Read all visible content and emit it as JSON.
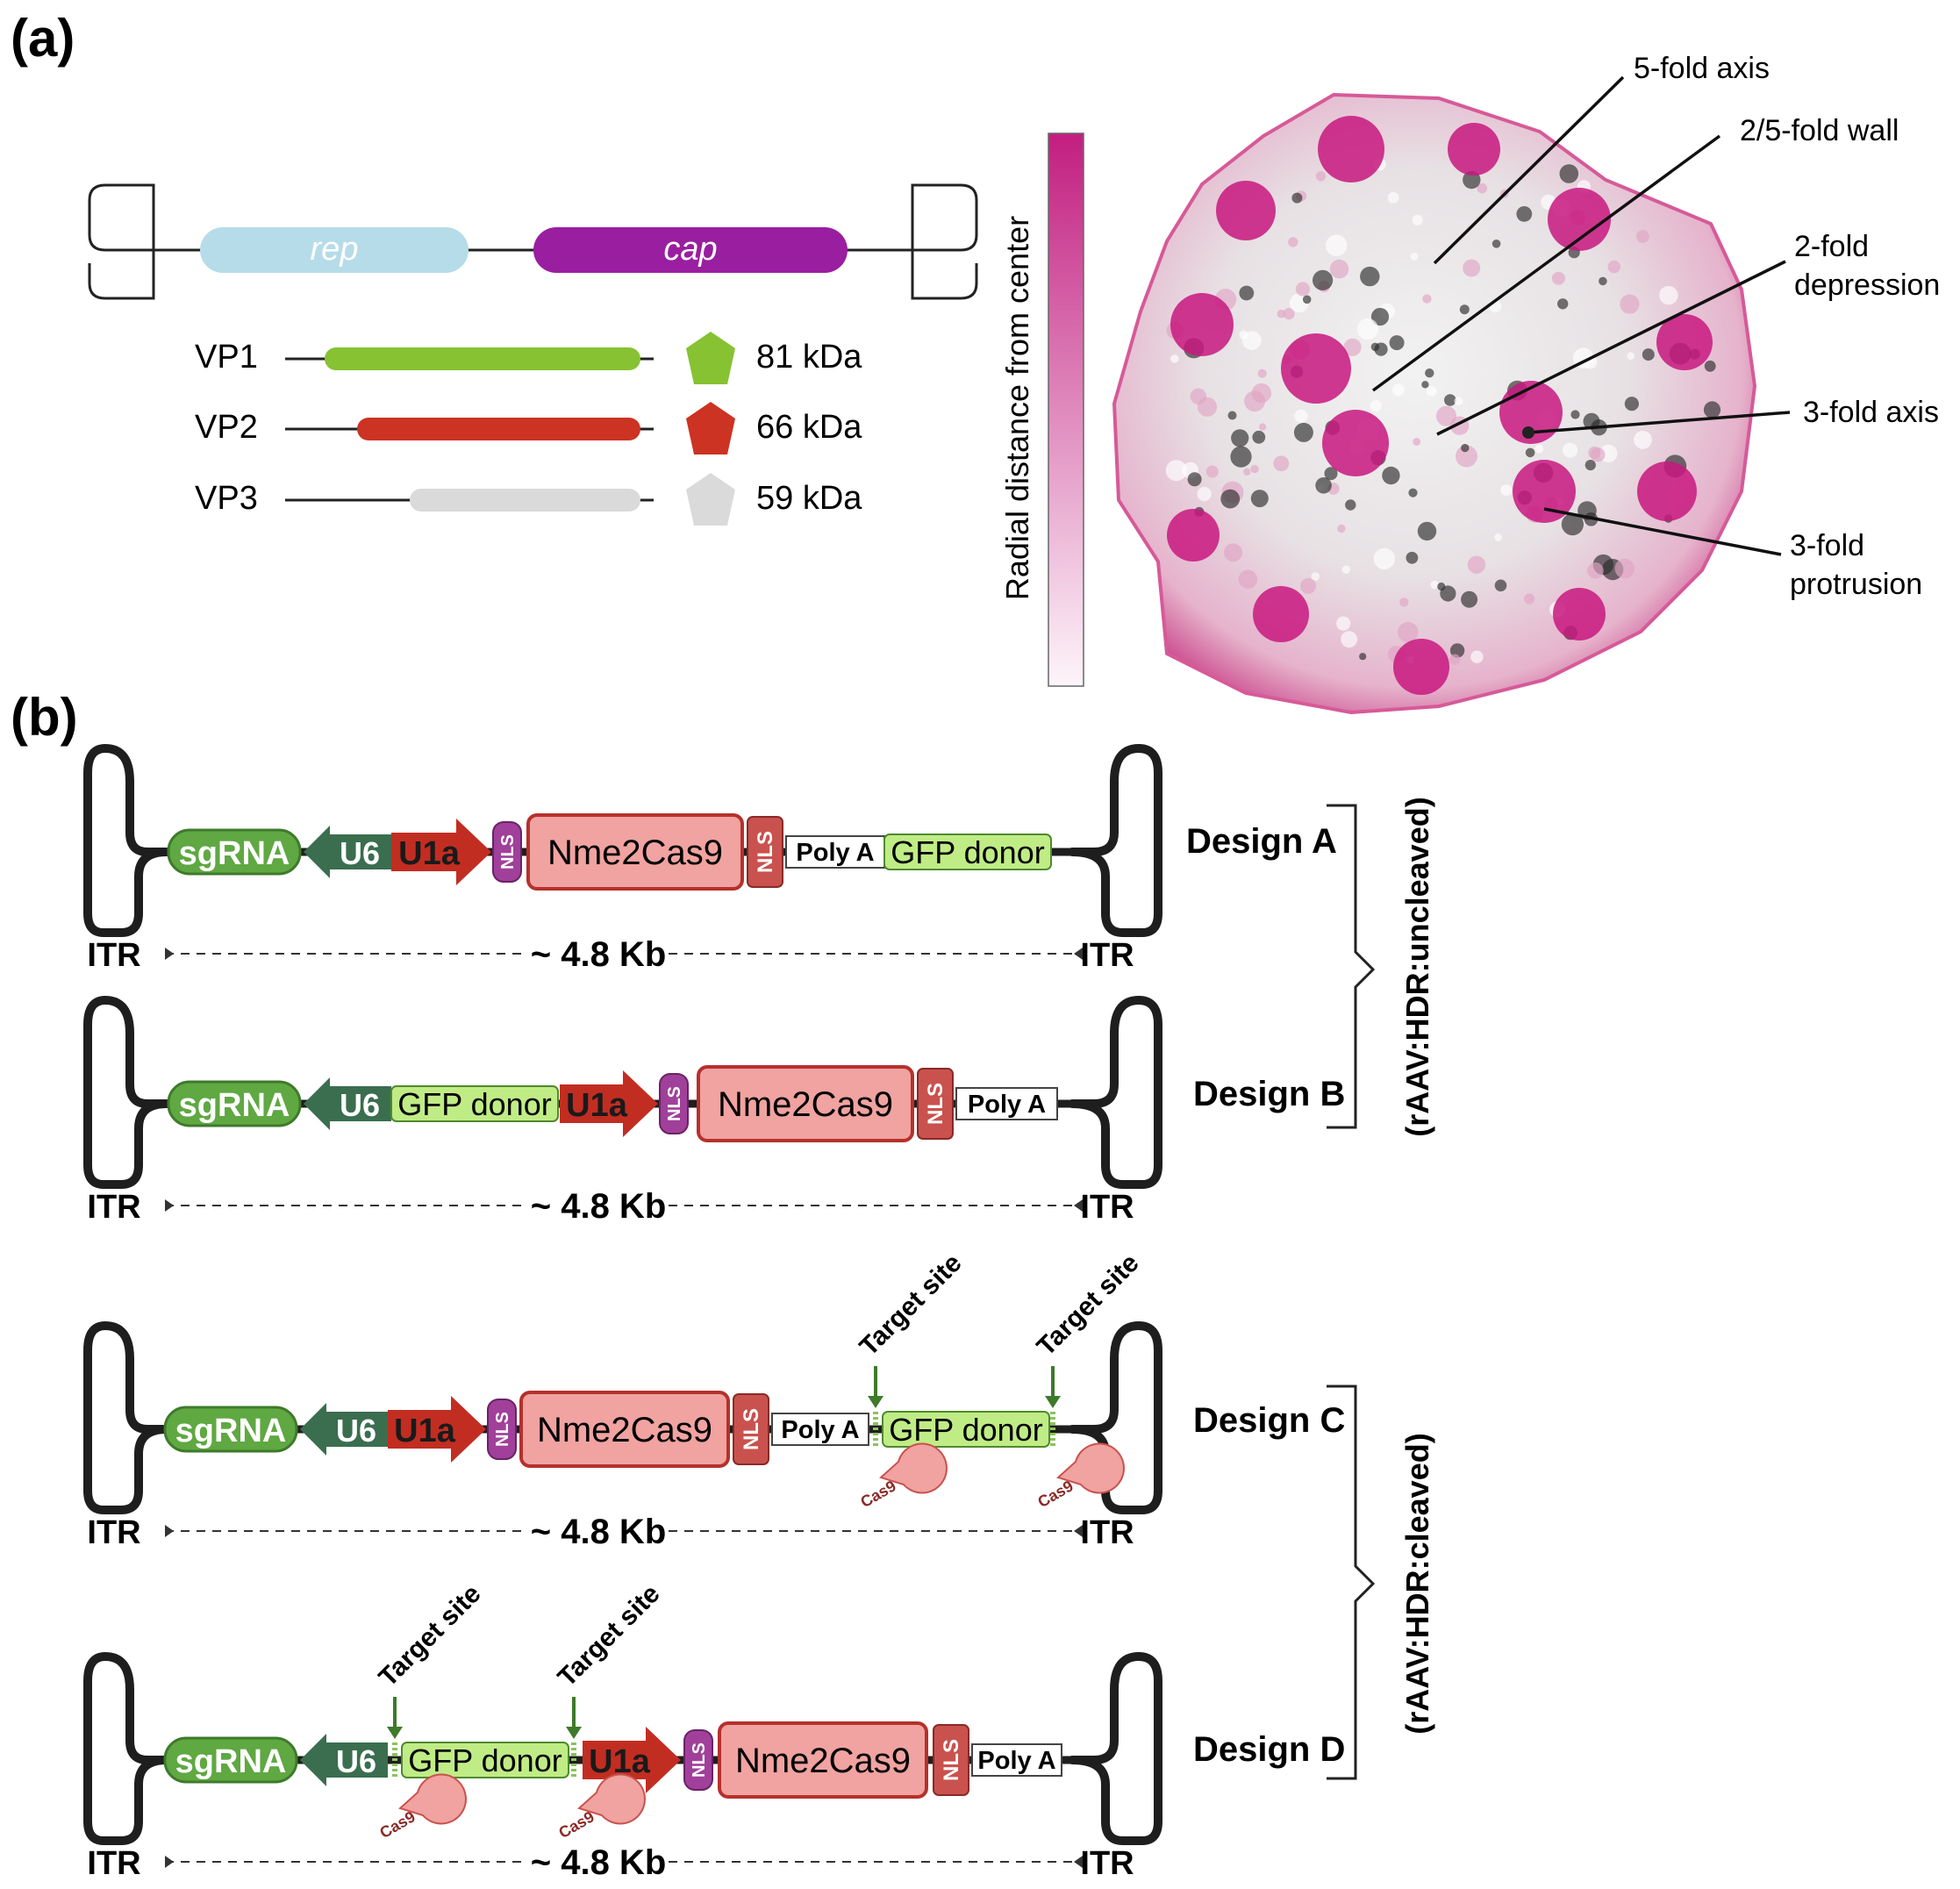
{
  "panel_a": {
    "label": "(a)",
    "genome": {
      "rep": "rep",
      "cap": "cap"
    },
    "vp_rows": [
      {
        "name": "VP1",
        "mass": "81 kDa",
        "color": "#86c232"
      },
      {
        "name": "VP2",
        "mass": "66 kDa",
        "color": "#cc3322"
      },
      {
        "name": "VP3",
        "mass": "59 kDa",
        "color": "#dadada"
      }
    ],
    "colorbar_label": "Radial distance from center",
    "capsid_annotations": {
      "five_fold_axis": "5-fold axis",
      "wall": "2/5-fold wall",
      "two_fold_line1": "2-fold",
      "two_fold_line2": "depression",
      "three_fold_axis": "3-fold axis",
      "three_fold_prot_line1": "3-fold",
      "three_fold_prot_line2": "protrusion"
    },
    "colors": {
      "rep": "#b6dce9",
      "cap": "#9a1ea0",
      "capsid_accent": "#c8187f"
    }
  },
  "panel_b": {
    "label": "(b)",
    "itr": "ITR",
    "size": "~ 4.8 Kb",
    "target_site": "Target site",
    "cas9": "Cas9",
    "part_labels": {
      "sgRNA": "sgRNA",
      "U6": "U6",
      "U1a": "U1a",
      "NLS": "NLS",
      "Nme2Cas9": "Nme2Cas9",
      "PolyA": "Poly A",
      "GFP": "GFP donor"
    },
    "designs": [
      {
        "name": "Design A"
      },
      {
        "name": "Design B"
      },
      {
        "name": "Design C"
      },
      {
        "name": "Design D"
      }
    ],
    "groups": [
      {
        "label": "(rAAV:HDR:uncleaved)"
      },
      {
        "label": "(rAAV:HDR:cleaved)"
      }
    ],
    "colors": {
      "sgRNA": "#5fa842",
      "U6": "#3a6e4f",
      "U1a": "#c22d22",
      "NLS": "#a0409a",
      "Nme2Cas9": "#f0a3a0",
      "nls_box": "#c9524e",
      "GFP": "#c0ec86"
    }
  }
}
